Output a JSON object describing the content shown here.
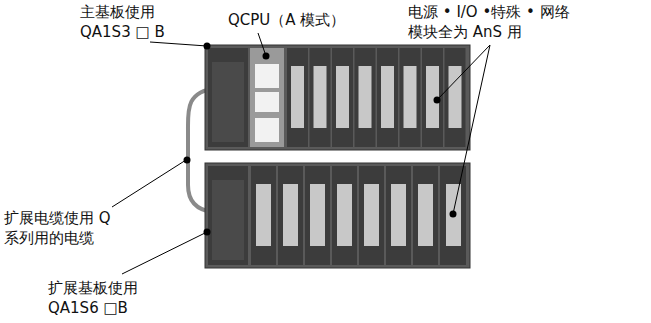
{
  "diagram": {
    "labels": [
      "主基板使用 QA1S3 □ B",
      "QCPU（A 模式）",
      "电源 • I/O •特殊 • 网络 模块全为 AnS 用",
      "扩展电缆使用 Q 系列用的电缆",
      "扩展基板使用 QA1S6 □B"
    ]
  }
}
